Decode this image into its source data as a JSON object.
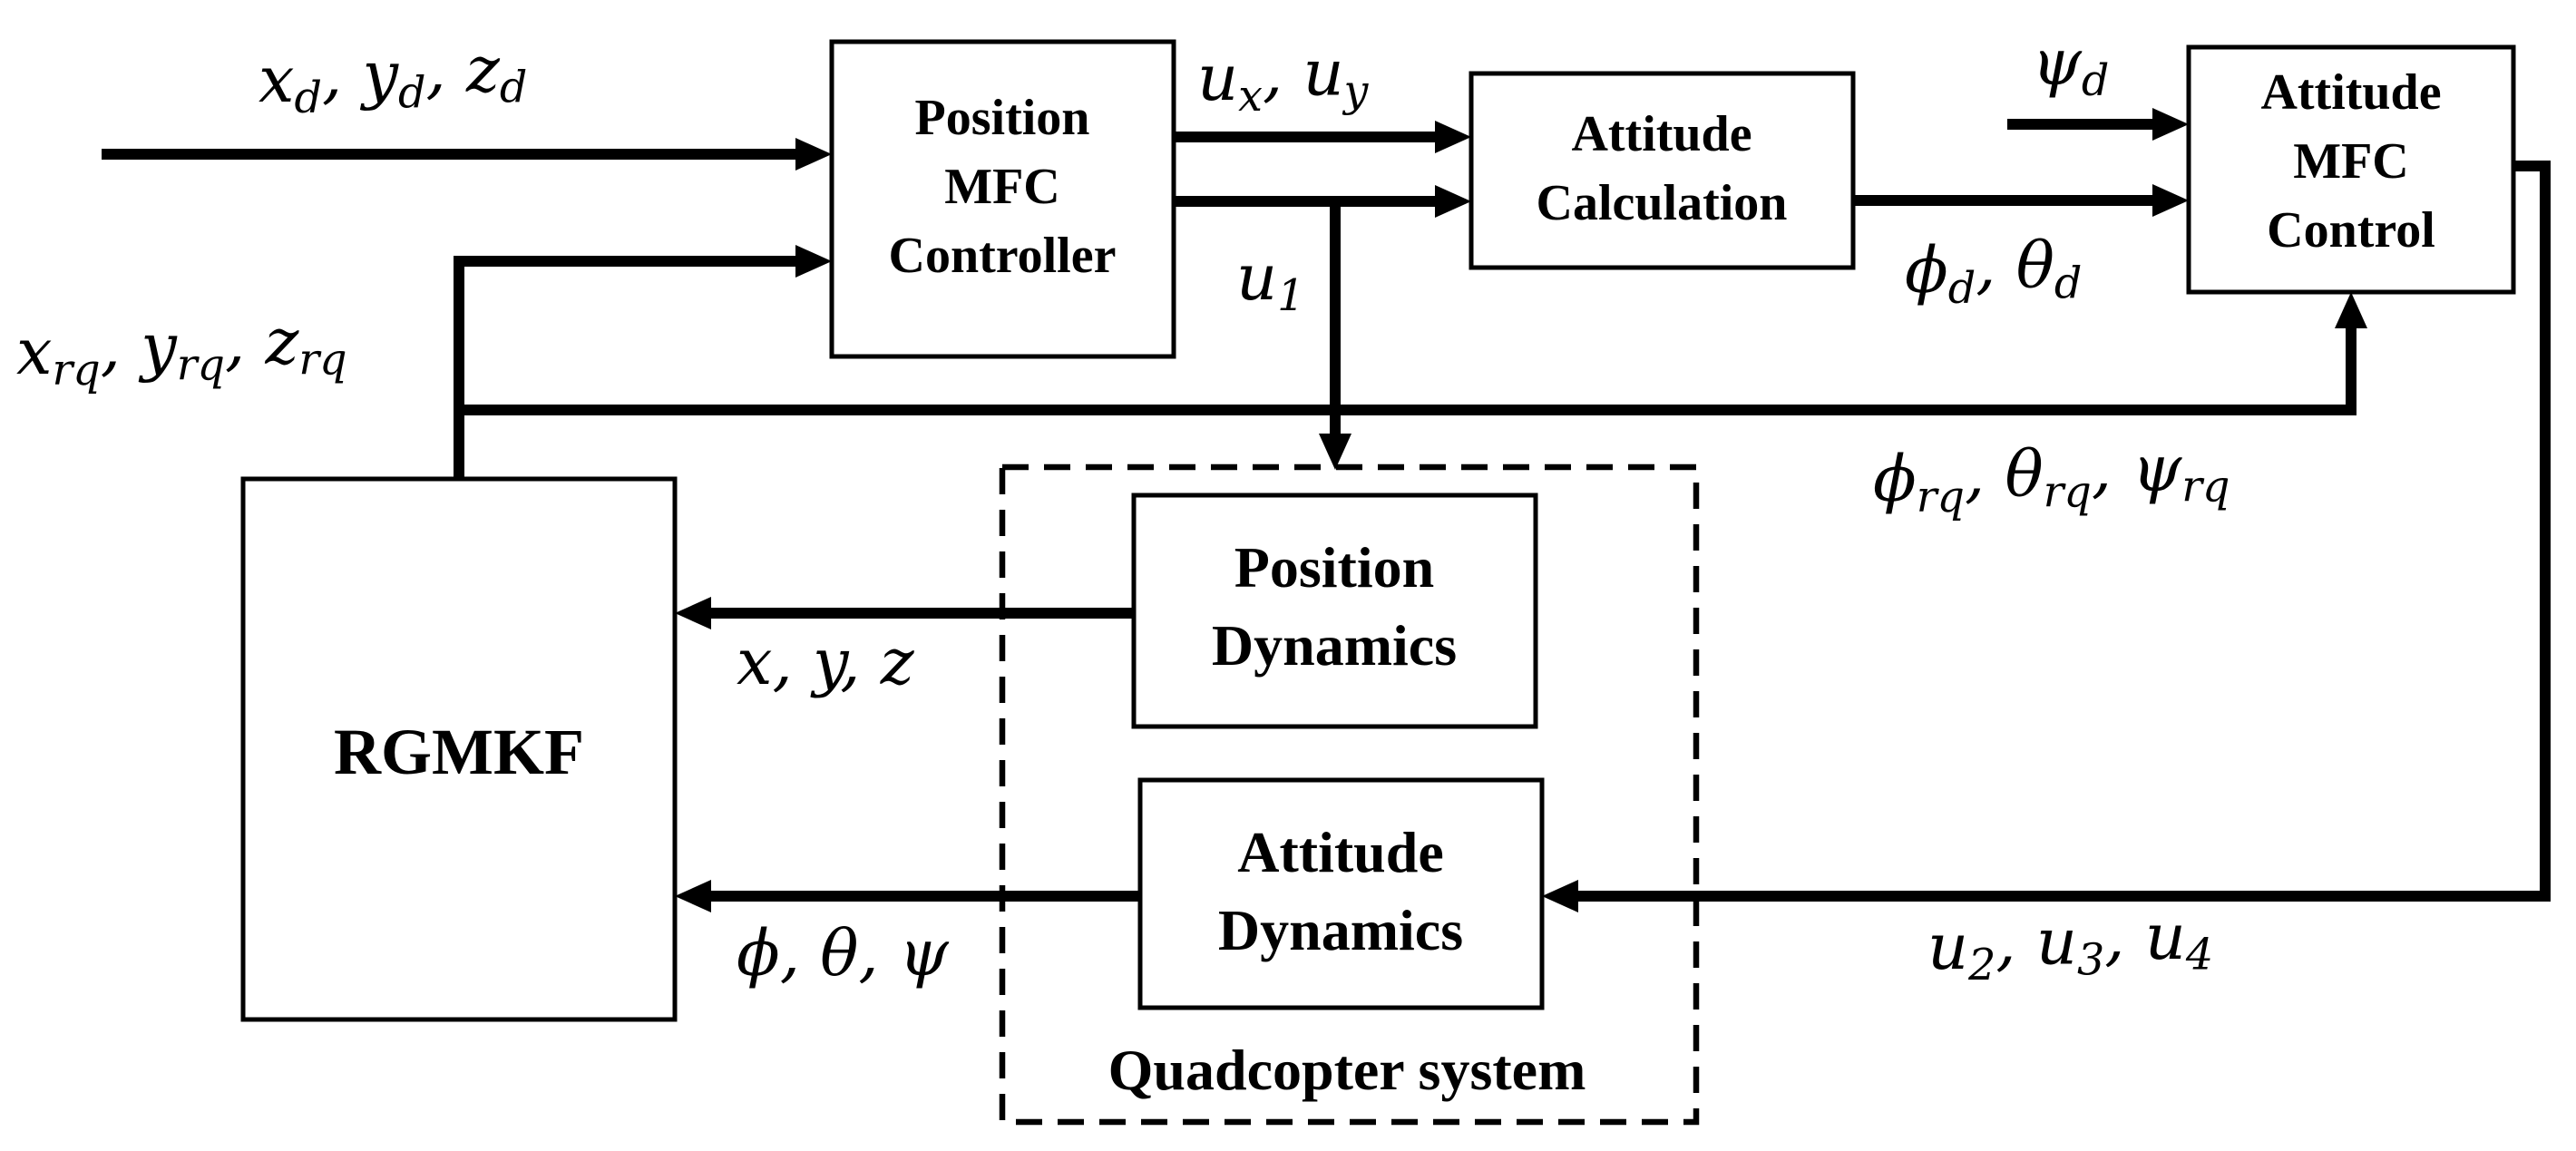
{
  "blocks": {
    "position_mfc": [
      "Position",
      "MFC",
      "Controller"
    ],
    "attitude_calc": [
      "Attitude",
      "Calculation"
    ],
    "attitude_mfc": [
      "Attitude",
      "MFC",
      "Control"
    ],
    "rgmkf": "RGMKF",
    "position_dyn": [
      "Position",
      "Dynamics"
    ],
    "attitude_dyn": [
      "Attitude",
      "Dynamics"
    ],
    "quadcopter_label": "Quadcopter system"
  },
  "signals": {
    "ref_pos": [
      {
        "b": "x",
        "s": "d"
      },
      {
        "t": ", "
      },
      {
        "b": "y",
        "s": "d"
      },
      {
        "t": ", "
      },
      {
        "b": "z",
        "s": "d"
      }
    ],
    "u_xy": [
      {
        "b": "u",
        "s": "x"
      },
      {
        "t": ", "
      },
      {
        "b": "u",
        "s": "y"
      }
    ],
    "u1": [
      {
        "b": "u",
        "s": "1"
      }
    ],
    "psi_d": [
      {
        "b": "ψ",
        "s": "d"
      }
    ],
    "phi_theta_d": [
      {
        "b": "ϕ",
        "s": "d"
      },
      {
        "t": ", "
      },
      {
        "b": "θ",
        "s": "d"
      }
    ],
    "est_pos": [
      {
        "b": "x",
        "s": "rq"
      },
      {
        "t": ", "
      },
      {
        "b": "y",
        "s": "rq"
      },
      {
        "t": ", "
      },
      {
        "b": "z",
        "s": "rq"
      }
    ],
    "est_att": [
      {
        "b": "ϕ",
        "s": "rq"
      },
      {
        "t": ", "
      },
      {
        "b": "θ",
        "s": "rq"
      },
      {
        "t": ", "
      },
      {
        "b": "ψ",
        "s": "rq"
      }
    ],
    "pos_out": [
      {
        "t": "x, y, z"
      }
    ],
    "att_out": [
      {
        "t": "ϕ, θ, ψ"
      }
    ],
    "u234": [
      {
        "b": "u",
        "s": "2"
      },
      {
        "t": ", "
      },
      {
        "b": "u",
        "s": "3"
      },
      {
        "t": ", "
      },
      {
        "b": "u",
        "s": "4"
      }
    ]
  }
}
